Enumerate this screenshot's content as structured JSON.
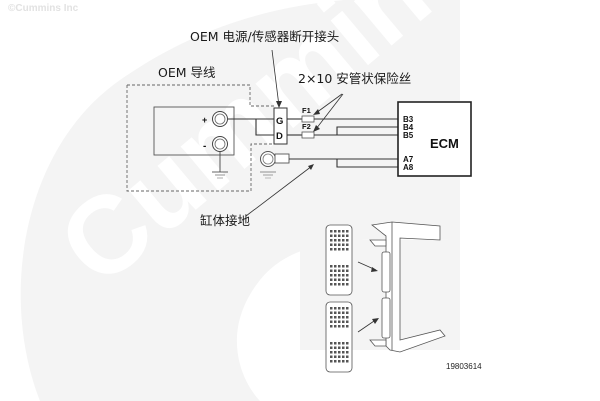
{
  "copyright": "©Cummins Inc",
  "watermark": "Cummins",
  "labels": {
    "oem_connector": "OEM 电源/传感器断开接头",
    "oem_harness": "OEM 导线",
    "fuses": "2×10 安管状保险丝",
    "block_ground": "缸体接地"
  },
  "battery": {
    "positive": "+",
    "negative": "-"
  },
  "connector_pins": [
    "G",
    "D"
  ],
  "fuse_labels": [
    "F1",
    "F2"
  ],
  "ecm": {
    "title": "ECM",
    "pins": [
      "B3",
      "B4",
      "B5",
      "A7",
      "A8"
    ]
  },
  "figure_number": "19803614",
  "colors": {
    "line": "#2a2a2a",
    "dashed": "#666666",
    "watermark_bg": "#f3f3f3",
    "watermark_text": "#ffffff"
  }
}
